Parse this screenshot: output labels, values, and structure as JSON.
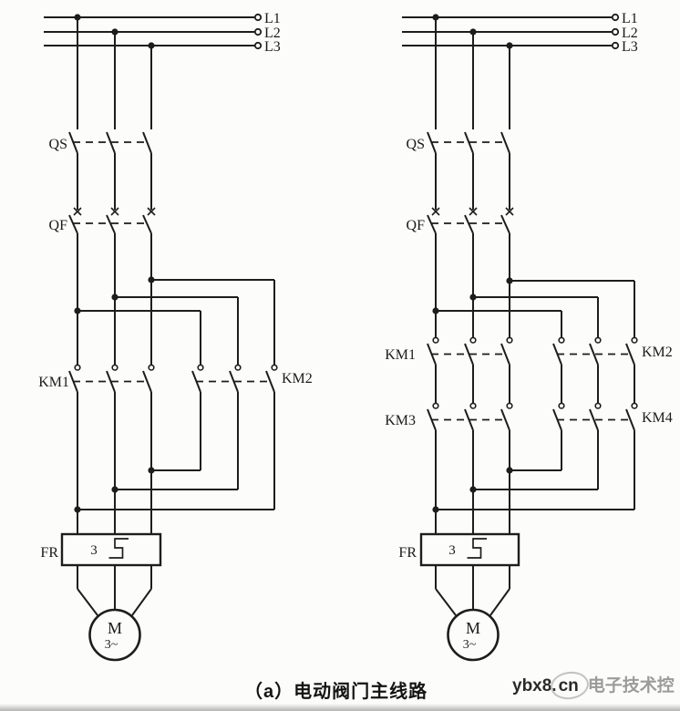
{
  "caption": "（a）电动阀门主线路",
  "watermark": {
    "site": "ybx8.",
    "cn": "cn",
    "name": "电子技术控"
  },
  "left": {
    "phases": [
      "L1",
      "L2",
      "L3"
    ],
    "disconnect": "QS",
    "breaker": "QF",
    "km1": "KM1",
    "km2": "KM2",
    "fr": "FR",
    "fr_poles": "3",
    "motor": "M",
    "motor_type": "3~"
  },
  "right": {
    "phases": [
      "L1",
      "L2",
      "L3"
    ],
    "disconnect": "QS",
    "breaker": "QF",
    "km1": "KM1",
    "km2": "KM2",
    "km3": "KM3",
    "km4": "KM4",
    "fr": "FR",
    "fr_poles": "3",
    "motor": "M",
    "motor_type": "3~"
  }
}
